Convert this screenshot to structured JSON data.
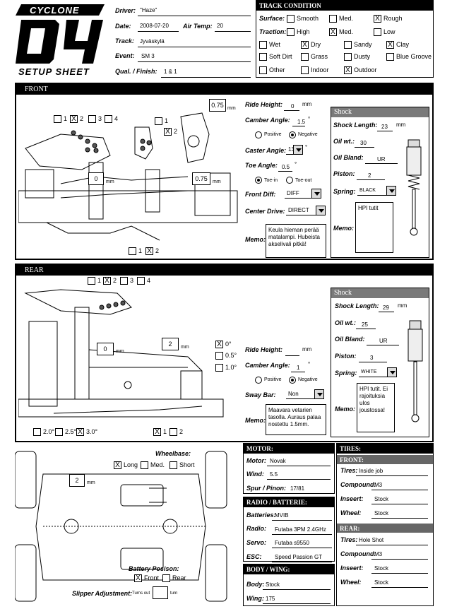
{
  "logo": {
    "brand": "CYCLONE",
    "model": "D4",
    "subtitle": "SETUP SHEET"
  },
  "header": {
    "driver_label": "Driver:",
    "driver": "\"Haze\"",
    "date_label": "Date:",
    "date": "2008-07-20",
    "airtemp_label": "Air Temp:",
    "airtemp": "20",
    "track_label": "Track:",
    "track": "Jyväskylä",
    "event_label": "Event:",
    "event": "SM 3",
    "qual_label": "Qual. / Finish:",
    "qual": "1 & 1"
  },
  "track_condition": {
    "title": "TRACK CONDITION",
    "surface_label": "Surface:",
    "surface": [
      {
        "label": "Smooth",
        "checked": ""
      },
      {
        "label": "Med.",
        "checked": ""
      },
      {
        "label": "Rough",
        "checked": "X"
      }
    ],
    "traction_label": "Traction:",
    "traction": [
      {
        "label": "High",
        "checked": ""
      },
      {
        "label": "Med.",
        "checked": "X"
      },
      {
        "label": "Low",
        "checked": ""
      }
    ],
    "cond_row1": [
      {
        "label": "Wet",
        "checked": ""
      },
      {
        "label": "Dry",
        "checked": "X"
      },
      {
        "label": "Sandy",
        "checked": ""
      },
      {
        "label": "Clay",
        "checked": "X"
      }
    ],
    "cond_row2": [
      {
        "label": "Soft Dirt",
        "checked": ""
      },
      {
        "label": "Grass",
        "checked": ""
      },
      {
        "label": "Dusty",
        "checked": ""
      },
      {
        "label": "Blue Groove",
        "checked": ""
      }
    ],
    "cond_row3": [
      {
        "label": "Other",
        "checked": ""
      },
      {
        "label": "Indoor",
        "checked": ""
      },
      {
        "label": "Outdoor",
        "checked": "X"
      }
    ]
  },
  "front": {
    "title": "FRONT",
    "tower_holes": [
      {
        "label": "1",
        "checked": ""
      },
      {
        "label": "2",
        "checked": "X"
      },
      {
        "label": "3",
        "checked": ""
      },
      {
        "label": "4",
        "checked": ""
      }
    ],
    "hub_holes": [
      {
        "label": "1",
        "checked": ""
      },
      {
        "label": "2",
        "checked": "X"
      }
    ],
    "arm_holes": [
      {
        "label": "1",
        "checked": ""
      },
      {
        "label": "2",
        "checked": "X"
      }
    ],
    "spacer_top": "0.75",
    "spacer_left": "0",
    "spacer_right": "0.75",
    "mm": "mm",
    "ride_height_label": "Ride Height:",
    "ride_height": "0",
    "camber_label": "Camber Angle:",
    "camber": "1.5",
    "deg": "°",
    "positive": "Positive",
    "negative": "Negative",
    "caster_label": "Caster Angle:",
    "caster": "13",
    "toe_label": "Toe Angle:",
    "toe": "0.5",
    "toe_in": "Toe-in",
    "toe_out": "Toe-out",
    "diff_label": "Front Diff:",
    "diff": "DIFF",
    "center_label": "Center Drive:",
    "center": "DIRECT",
    "memo_label": "Memo:",
    "memo": "Keula hieman perää matalampi. Hubeista akselivali pitkä!",
    "shock": {
      "title": "Shock",
      "length_label": "Shock Length:",
      "length": "23",
      "mm": "mm",
      "oil_label": "Oil wt.:",
      "oil": "30",
      "bland_label": "Oil Bland:",
      "bland": "UR",
      "piston_label": "Piston:",
      "piston": "2",
      "spring_label": "Spring:",
      "spring": "BLACK",
      "memo_label": "Memo:",
      "memo": "HPI tutit"
    }
  },
  "rear": {
    "title": "REAR",
    "tower_holes": [
      {
        "label": "1",
        "checked": ""
      },
      {
        "label": "2",
        "checked": "X"
      },
      {
        "label": "3",
        "checked": ""
      },
      {
        "label": "4",
        "checked": ""
      }
    ],
    "spacer_left": "0",
    "spacer_right": "2",
    "mm": "mm",
    "toe_opts": [
      {
        "label": "0°",
        "checked": "X"
      },
      {
        "label": "0.5°",
        "checked": ""
      },
      {
        "label": "1.0°",
        "checked": ""
      }
    ],
    "antisquat": [
      {
        "label": "2.0°",
        "checked": ""
      },
      {
        "label": "2.5°",
        "checked": ""
      },
      {
        "label": "3.0°",
        "checked": "X"
      }
    ],
    "arm_holes": [
      {
        "label": "1",
        "checked": "X"
      },
      {
        "label": "2",
        "checked": ""
      }
    ],
    "ride_height_label": "Ride Height:",
    "ride_height": "",
    "camber_label": "Camber Angle:",
    "camber": "1",
    "deg": "°",
    "positive": "Positive",
    "negative": "Negative",
    "sway_label": "Sway Bar:",
    "sway": "Non",
    "memo_label": "Memo:",
    "memo": "Maavara vetarien tasolla. Auraus palaa nostettu 1.5mm.",
    "shock": {
      "title": "Shock",
      "length_label": "Shock Length:",
      "length": "29",
      "mm": "mm",
      "oil_label": "Oil wt.:",
      "oil": "25",
      "bland_label": "Oil Bland:",
      "bland": "UR",
      "piston_label": "Piston:",
      "piston": "3",
      "spring_label": "Spring:",
      "spring": "WHITE",
      "memo_label": "Memo:",
      "memo": "HPI tutit. Ei rajoituksia ulos joustossa!"
    }
  },
  "chassis": {
    "wheelbase_label": "Wheelbase:",
    "wheelbase": [
      {
        "label": "Long",
        "checked": "X"
      },
      {
        "label": "Med.",
        "checked": ""
      },
      {
        "label": "Short",
        "checked": ""
      }
    ],
    "spacer": "2",
    "mm": "mm",
    "battery_label": "Battery Posison:",
    "battery": [
      {
        "label": "Front",
        "checked": "X"
      },
      {
        "label": "Rear",
        "checked": ""
      }
    ],
    "slipper_label": "Slipper Adjustment:",
    "turns_out": "Turns out",
    "turn": "turn"
  },
  "motor": {
    "title": "MOTOR:",
    "motor_label": "Motor:",
    "motor": "Novak",
    "wind_label": "Wind:",
    "wind": "5.5",
    "spur_label": "Spur / Pinon:",
    "spur": "17/81"
  },
  "radio": {
    "title": "RADIO / BATTERIE:",
    "batteries_label": "Batteries:",
    "batteries": "MVIB",
    "radio_label": "Radio:",
    "radio": "Futaba 3PM 2.4GHz",
    "servo_label": "Servo:",
    "servo": "Futaba s9550",
    "esc_label": "ESC:",
    "esc": "Speed Passion GT"
  },
  "body": {
    "title": "BODY / WING:",
    "body_label": "Body:",
    "body": "Stock",
    "wing_label": "Wing:",
    "wing": "175"
  },
  "tires": {
    "title": "TIRES:",
    "front_title": "FRONT:",
    "rear_title": "REAR:",
    "tires_label": "Tires:",
    "compound_label": "Compound:",
    "insert_label": "Inseert:",
    "wheel_label": "Wheel:",
    "front": {
      "tires": "Inside job",
      "compound": "M3",
      "insert": "Stock",
      "wheel": "Stock"
    },
    "rear": {
      "tires": "Hole Shot",
      "compound": "M3",
      "insert": "Stock",
      "wheel": "Stock"
    }
  }
}
